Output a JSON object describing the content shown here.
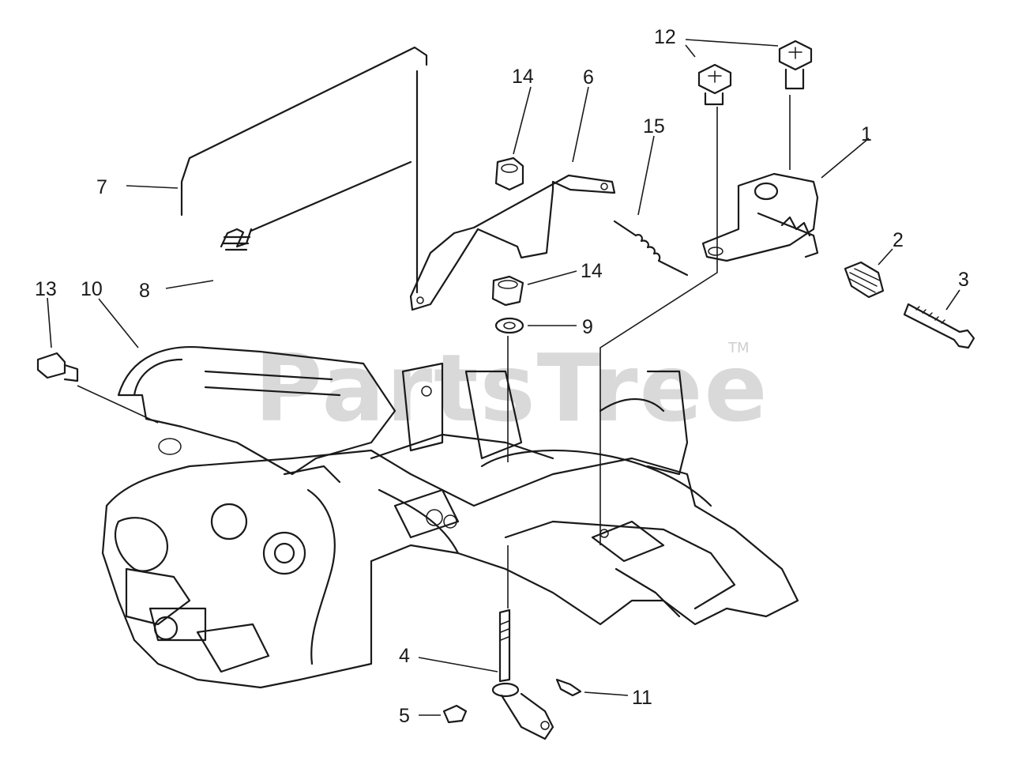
{
  "watermark": {
    "brand": "PartsTree",
    "trademark": "TM"
  },
  "callouts": [
    {
      "id": "c12",
      "label": "12"
    },
    {
      "id": "c14a",
      "label": "14"
    },
    {
      "id": "c6",
      "label": "6"
    },
    {
      "id": "c15",
      "label": "15"
    },
    {
      "id": "c1",
      "label": "1"
    },
    {
      "id": "c7",
      "label": "7"
    },
    {
      "id": "c2",
      "label": "2"
    },
    {
      "id": "c3",
      "label": "3"
    },
    {
      "id": "c13",
      "label": "13"
    },
    {
      "id": "c10",
      "label": "10"
    },
    {
      "id": "c8",
      "label": "8"
    },
    {
      "id": "c14b",
      "label": "14"
    },
    {
      "id": "c9",
      "label": "9"
    },
    {
      "id": "c4",
      "label": "4"
    },
    {
      "id": "c11",
      "label": "11"
    },
    {
      "id": "c5",
      "label": "5"
    }
  ]
}
